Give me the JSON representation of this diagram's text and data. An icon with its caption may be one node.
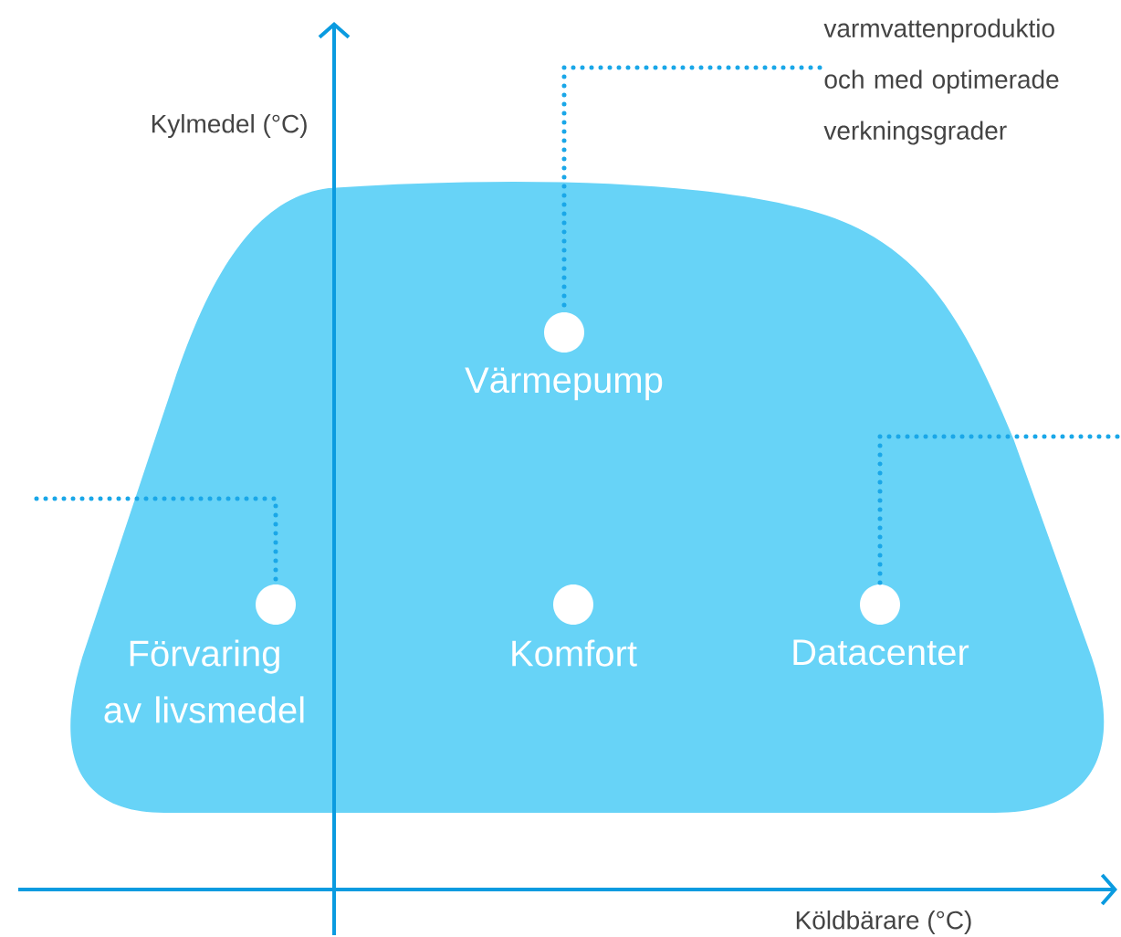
{
  "diagram": {
    "nodes": [
      {
        "text": [
          "varmvattenproduktio och med optimerade verkningsgrader"
        ]
      },
      {
        "text": [
          "Värmepump"
        ]
      },
      {
        "text": [
          "Förvaring av livsmedel"
        ]
      },
      {
        "text": [
          "Komfort"
        ]
      },
      {
        "text": [
          "Datacenter"
        ]
      }
    ],
    "edges": [
      {
        "from": 0,
        "to": 1,
        "arrow": "none"
      },
      {
        "from": null,
        "to": 2,
        "arrow": "none"
      },
      {
        "from": null,
        "to": 4,
        "arrow": "none"
      }
    ],
    "labels": [
      "Kylmedel (°C)",
      "Köldbärare (°C)"
    ]
  }
}
